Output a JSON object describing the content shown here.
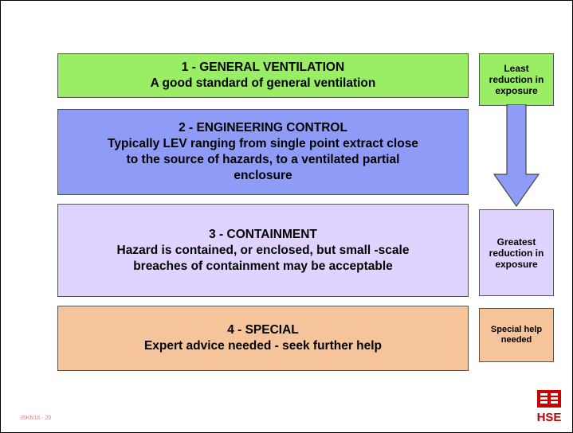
{
  "levels": [
    {
      "title": "1 - GENERAL VENTILATION",
      "lines": [
        "A good standard of general ventilation"
      ]
    },
    {
      "title": "2 - ENGINEERING CONTROL",
      "lines": [
        "Typically LEV ranging from single point extract close",
        "to the source of hazards, to a ventilated partial",
        "enclosure"
      ]
    },
    {
      "title": "3 - CONTAINMENT",
      "lines": [
        "Hazard is contained, or enclosed, but small -scale",
        "breaches of containment may be acceptable"
      ]
    },
    {
      "title": "4 - SPECIAL",
      "lines": [
        "Expert advice needed  - seek further help"
      ]
    }
  ],
  "side_labels": {
    "top": [
      "Least",
      "reduction in",
      "exposure"
    ],
    "middle": [
      "Greatest",
      "reduction in",
      "exposure"
    ],
    "bottom": [
      "Special help",
      "needed"
    ]
  },
  "footer": "35KN16 - 20",
  "logo": {
    "text": "HSE",
    "color": "#cc0000"
  },
  "colors": {
    "general_ventilation": "#99ee66",
    "engineering_control": "#8e9cf7",
    "containment": "#e1d3ff",
    "special": "#f5c49a",
    "arrow": "#8e9cf7"
  }
}
